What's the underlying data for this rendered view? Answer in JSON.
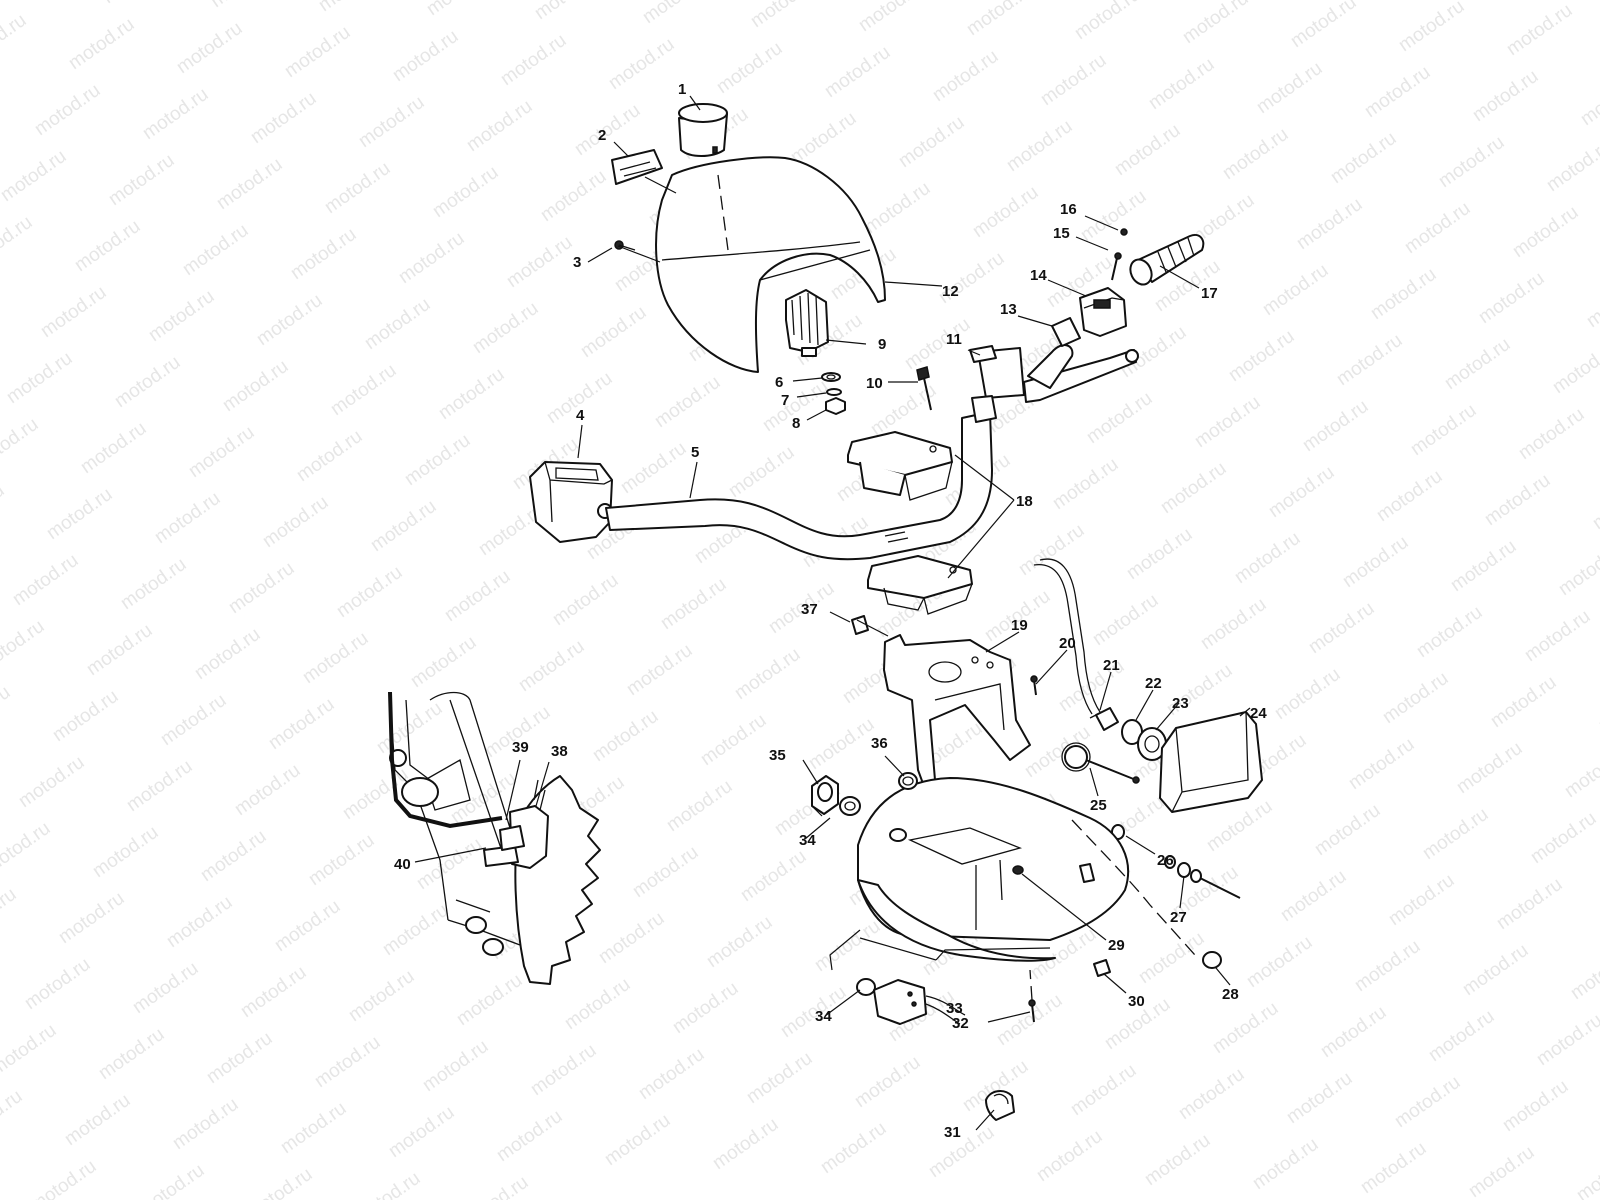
{
  "watermark": "motod.ru",
  "callouts": [
    {
      "label": "1"
    },
    {
      "label": "2"
    },
    {
      "label": "3"
    },
    {
      "label": "4"
    },
    {
      "label": "5"
    },
    {
      "label": "6"
    },
    {
      "label": "7"
    },
    {
      "label": "8"
    },
    {
      "label": "9"
    },
    {
      "label": "10"
    },
    {
      "label": "11"
    },
    {
      "label": "12"
    },
    {
      "label": "13"
    },
    {
      "label": "14"
    },
    {
      "label": "15"
    },
    {
      "label": "16"
    },
    {
      "label": "17"
    },
    {
      "label": "18"
    },
    {
      "label": "19"
    },
    {
      "label": "20"
    },
    {
      "label": "21"
    },
    {
      "label": "22"
    },
    {
      "label": "23"
    },
    {
      "label": "24"
    },
    {
      "label": "25"
    },
    {
      "label": "26"
    },
    {
      "label": "27"
    },
    {
      "label": "28"
    },
    {
      "label": "29"
    },
    {
      "label": "30"
    },
    {
      "label": "31"
    },
    {
      "label": "32"
    },
    {
      "label": "33"
    },
    {
      "label": "34"
    },
    {
      "label": "34"
    },
    {
      "label": "35"
    },
    {
      "label": "36"
    },
    {
      "label": "37"
    },
    {
      "label": "38"
    },
    {
      "label": "39"
    },
    {
      "label": "40"
    }
  ]
}
